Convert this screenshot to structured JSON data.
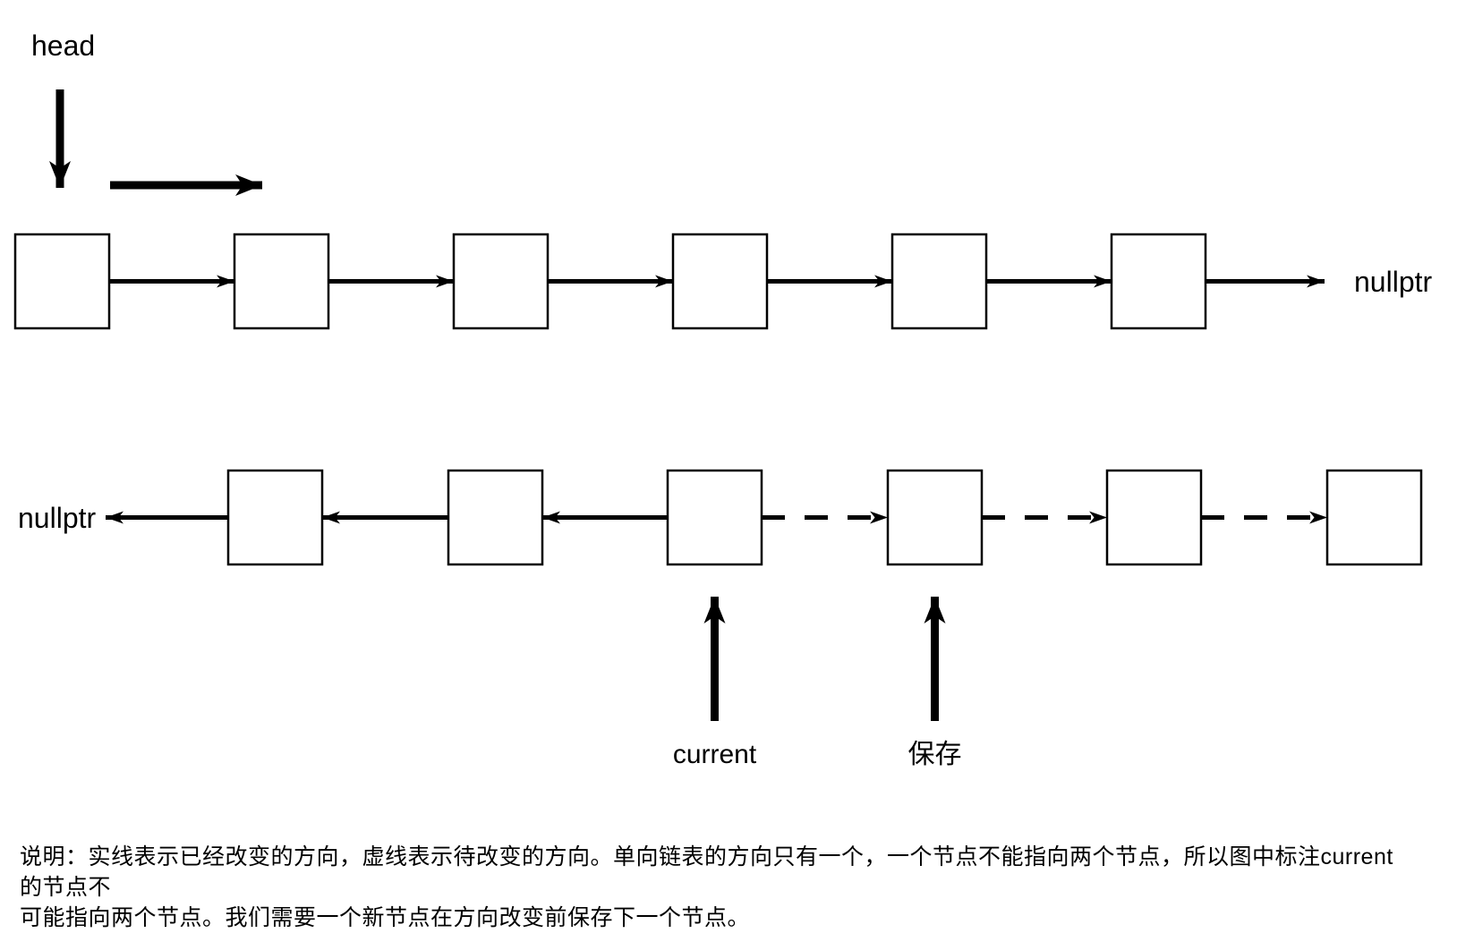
{
  "page": {
    "background": "#ffffff",
    "ink": "#000000",
    "node_fill": "#ffffff"
  },
  "labels": {
    "head": "head"
  },
  "diagram": {
    "top_row": {
      "nodes": 6,
      "terminal_label": "nullptr",
      "links": [
        {
          "from": 0,
          "to": 1,
          "style": "solid"
        },
        {
          "from": 1,
          "to": 2,
          "style": "solid"
        },
        {
          "from": 2,
          "to": 3,
          "style": "solid"
        },
        {
          "from": 3,
          "to": 4,
          "style": "solid"
        },
        {
          "from": 4,
          "to": 5,
          "style": "solid"
        },
        {
          "from": 5,
          "to": "nullptr",
          "style": "solid"
        }
      ]
    },
    "bottom_row": {
      "nodes": 6,
      "terminal_label": "nullptr",
      "links": [
        {
          "from": 0,
          "to": "nullptr",
          "style": "solid"
        },
        {
          "from": 1,
          "to": 0,
          "style": "solid"
        },
        {
          "from": 2,
          "to": 1,
          "style": "solid"
        },
        {
          "from": 2,
          "to": 3,
          "style": "dashed"
        },
        {
          "from": 3,
          "to": 4,
          "style": "dashed"
        },
        {
          "from": 4,
          "to": 5,
          "style": "dashed"
        }
      ]
    },
    "pointers": [
      {
        "id": "current",
        "node": 2,
        "label": "current"
      },
      {
        "id": "save",
        "node": 3,
        "label": "保存"
      }
    ]
  },
  "caption": {
    "lines": [
      "说明：实线表示已经改变的方向，虚线表示待改变的方向。单向链表的方向只有一个，一个节点不能指向两个节点，所以图中标注current的节点不",
      "可能指向两个节点。我们需要一个新节点在方向改变前保存下一个节点。"
    ]
  }
}
